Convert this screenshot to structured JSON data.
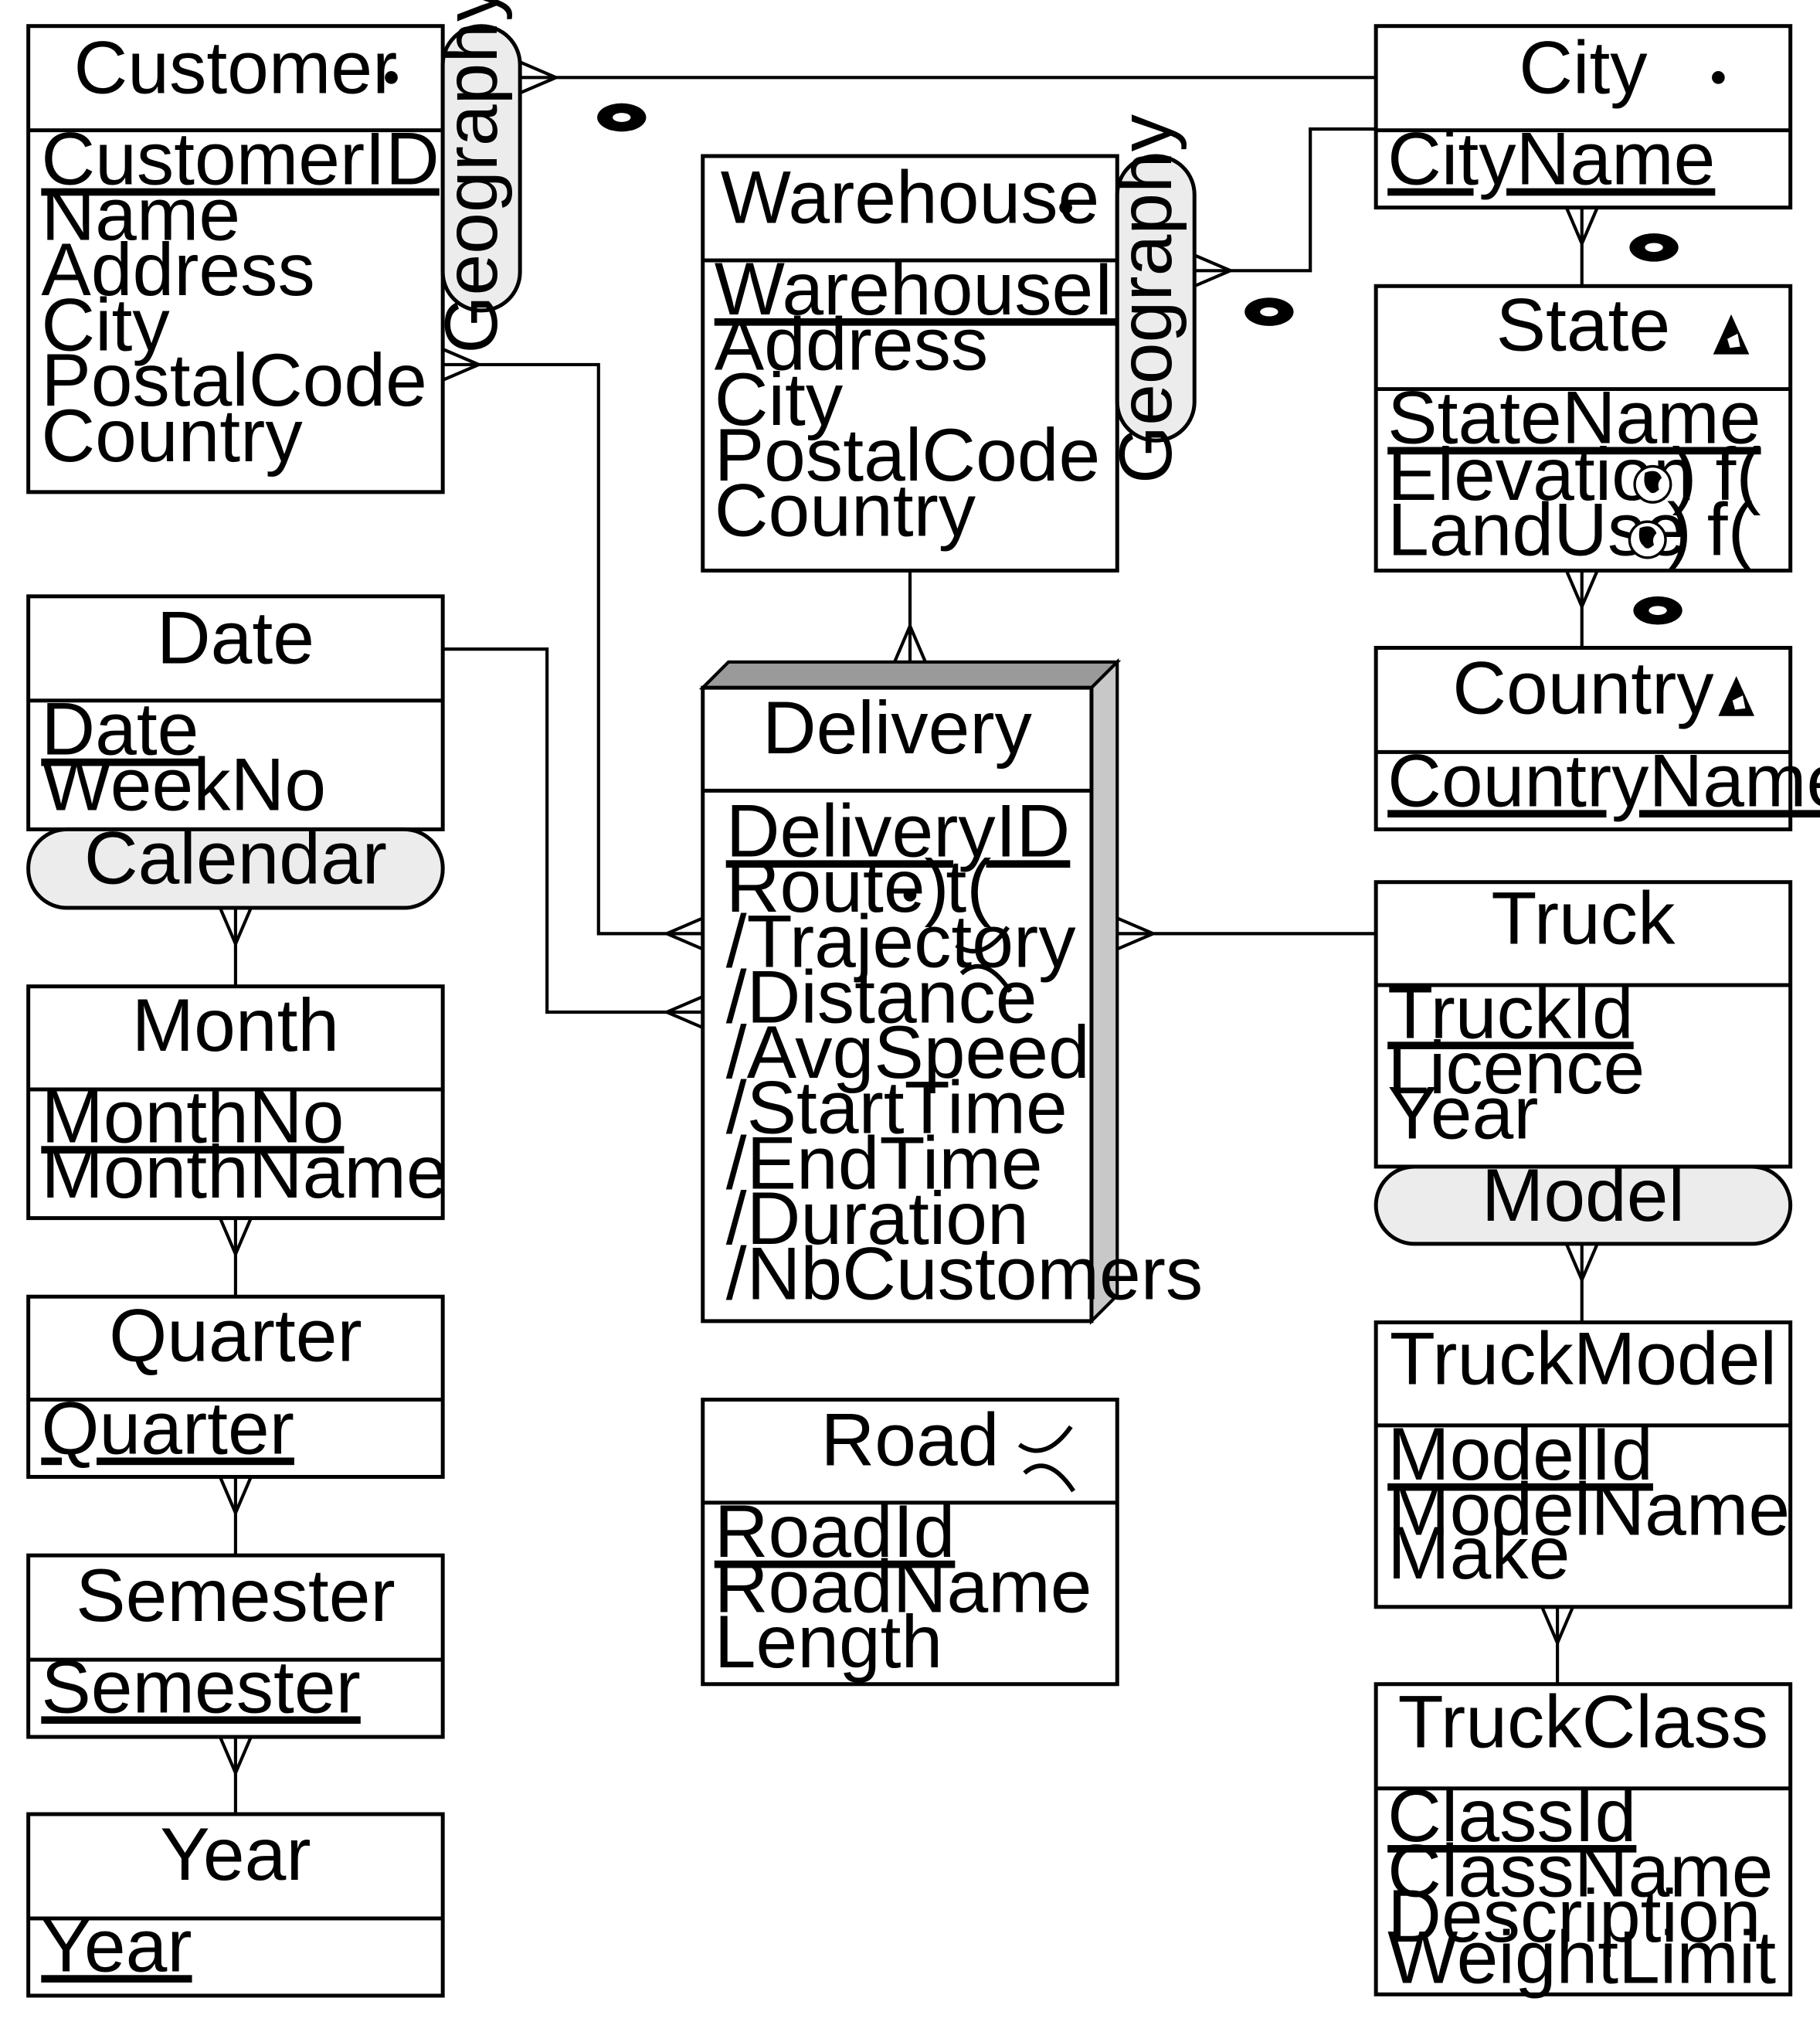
{
  "entities": {
    "customer": {
      "title": "Customer",
      "key": "CustomerID",
      "attrs": [
        "Name",
        "Address",
        "City",
        "PostalCode",
        "Country"
      ]
    },
    "city": {
      "title": "City",
      "key": "CityName",
      "attrs": []
    },
    "warehouse": {
      "title": "Warehouse",
      "key": "WarehouseID",
      "attrs": [
        "Address",
        "City",
        "PostalCode",
        "Country"
      ]
    },
    "state": {
      "title": "State",
      "key": "StateName",
      "attrs": [
        "Elevation  f(",
        "LandUse  f("
      ]
    },
    "country": {
      "title": "Country",
      "key": "CountryName",
      "attrs": []
    },
    "date": {
      "title": "Date",
      "key": "Date",
      "attrs": [
        "WeekNo"
      ]
    },
    "delivery": {
      "title": "Delivery",
      "key": "DeliveryID",
      "attrs": [
        "Route t(",
        "/Trajectory",
        "/Distance",
        "/AvgSpeed",
        "/StartTime",
        "/EndTime",
        "/Duration",
        "/NbCustomers"
      ]
    },
    "truck": {
      "title": "Truck",
      "key": "TruckId",
      "attrs": [
        "Licence",
        "Year"
      ]
    },
    "month": {
      "title": "Month",
      "key": "MonthNo",
      "attrs": [
        "MonthName"
      ]
    },
    "quarter": {
      "title": "Quarter",
      "key": "Quarter",
      "attrs": []
    },
    "semester": {
      "title": "Semester",
      "key": "Semester",
      "attrs": []
    },
    "year": {
      "title": "Year",
      "key": "Year",
      "attrs": []
    },
    "road": {
      "title": "Road",
      "key": "RoadId",
      "attrs": [
        "RoadName",
        "Length"
      ]
    },
    "truckmodel": {
      "title": "TruckModel",
      "key": "ModelId",
      "attrs": [
        "ModelName",
        "Make"
      ]
    },
    "truckclass": {
      "title": "TruckClass",
      "key": "ClassId",
      "attrs": [
        "ClassName",
        "Description",
        "WeightLimit"
      ]
    }
  },
  "hierarchies": {
    "geo_customer": "Geography",
    "geo_warehouse": "Geography",
    "calendar": "Calendar",
    "model": "Model"
  },
  "symbols": {
    "route_close": ")",
    "elevation_close": ")",
    "landuse_close": ")"
  },
  "icons": [
    "point-icon",
    "line-icon",
    "surface-icon",
    "field-icon",
    "topology-icon"
  ]
}
